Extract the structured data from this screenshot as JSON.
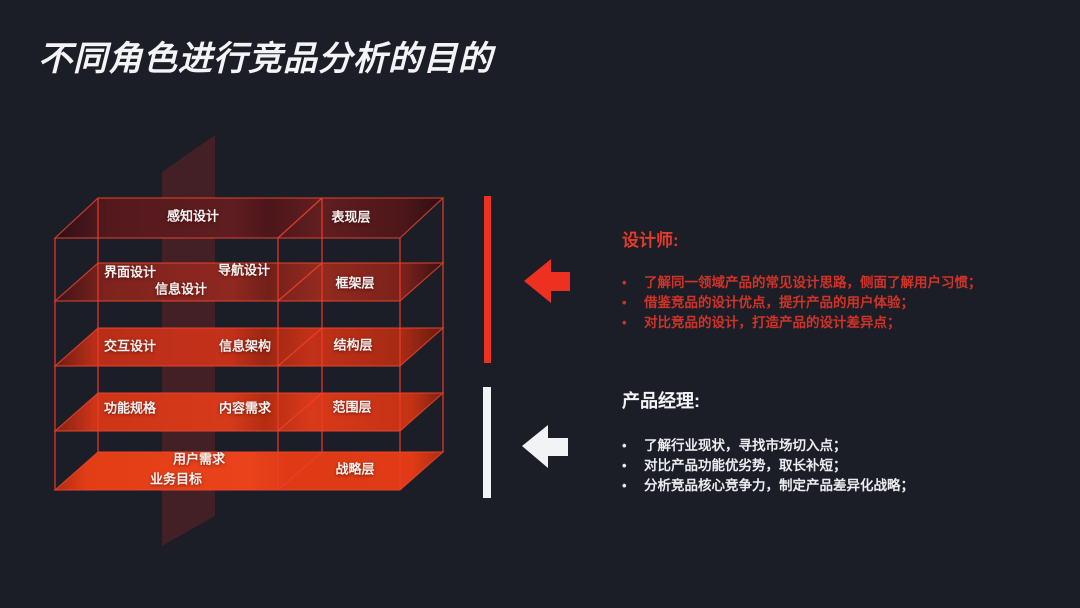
{
  "slide": {
    "title": "不同角色进行竞品分析的目的"
  },
  "ui": {
    "bullet_glyph": "•"
  },
  "diagram": {
    "layers": [
      {
        "cells": [
          "感知设计"
        ],
        "level": "表现层"
      },
      {
        "cells": [
          "界面设计",
          "导航设计",
          "信息设计"
        ],
        "level": "框架层"
      },
      {
        "cells": [
          "交互设计",
          "信息架构"
        ],
        "level": "结构层"
      },
      {
        "cells": [
          "功能规格",
          "内容需求"
        ],
        "level": "范围层"
      },
      {
        "cells": [
          "用户需求",
          "业务目标"
        ],
        "level": "战略层"
      }
    ]
  },
  "sections": {
    "designer": {
      "title": "设计师:",
      "bullets": [
        "了解同一领域产品的常见设计思路，侧面了解用户习惯；",
        "借鉴竞品的设计优点，提升产品的用户体验；",
        "对比竞品的设计，打造产品的设计差异点；"
      ]
    },
    "pm": {
      "title": "产品经理:",
      "bullets": [
        "了解行业现状，寻找市场切入点；",
        "对比产品功能优劣势，取长补短；",
        "分析竞品核心竞争力，制定产品差异化战略；"
      ]
    }
  },
  "colors": {
    "background": "#1b1d27",
    "accent_red": "#ee3020",
    "white": "#f2f3f5",
    "designer_text": "#d03327",
    "layer_fills": [
      "#5c1b1e",
      "#8f2820",
      "#c4311b",
      "#d63a1a",
      "#e8411b"
    ]
  }
}
